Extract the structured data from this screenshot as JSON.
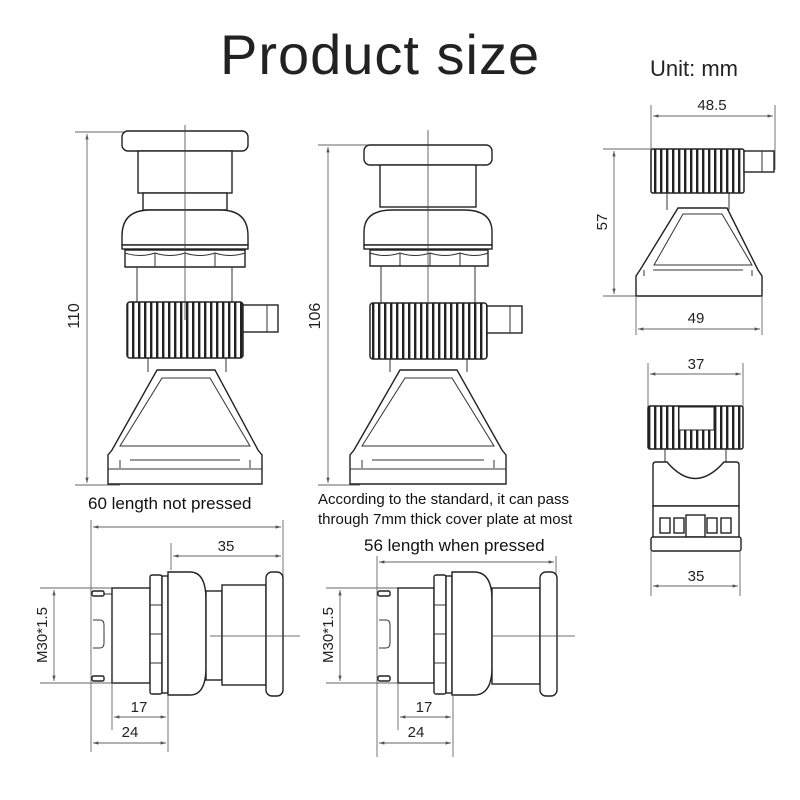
{
  "header": {
    "title": "Product size",
    "unit": "Unit:  mm"
  },
  "views": {
    "front_unpressed": {
      "height_label": "110",
      "caption": "60 length not pressed"
    },
    "front_pressed": {
      "height_label": "106"
    },
    "side": {
      "top_width": "48.5",
      "height": "57",
      "base_width": "49"
    },
    "back": {
      "top_width": "37",
      "base_width": "35"
    },
    "side_unpressed": {
      "thread": "M30*1.5",
      "head_length": "35",
      "body_a": "17",
      "body_b": "24"
    },
    "side_pressed": {
      "caption": "56 length when pressed",
      "thread": "M30*1.5",
      "body_a": "17",
      "body_b": "24"
    }
  },
  "notes": {
    "panel_line1": "According to the standard, it can pass",
    "panel_line2": "through 7mm thick cover plate at most"
  },
  "colors": {
    "line": "#222222",
    "dimension": "#666666",
    "background": "#ffffff"
  }
}
